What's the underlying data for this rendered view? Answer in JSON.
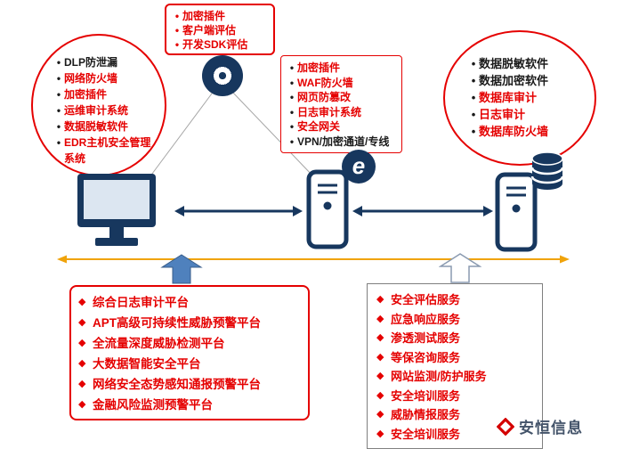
{
  "colors": {
    "red": "#e50000",
    "black": "#1a1a1a",
    "dark_blue": "#17375e",
    "accent_line": "#f0a30a",
    "arrow_blue": "#4f81bd"
  },
  "top_plugin_box": {
    "bullet": "•",
    "items": [
      {
        "text": "加密插件",
        "cls": "red"
      },
      {
        "text": "客户端评估",
        "cls": "red"
      },
      {
        "text": "开发SDK评估",
        "cls": "red"
      }
    ]
  },
  "terminal_group": {
    "bullet": "•",
    "items": [
      {
        "text": "DLP防泄漏",
        "cls": "black"
      },
      {
        "text": "网络防火墙",
        "cls": "red"
      },
      {
        "text": "加密插件",
        "cls": "red"
      },
      {
        "text": "运维审计系统",
        "cls": "red"
      },
      {
        "text": "数据脱敏软件",
        "cls": "red"
      },
      {
        "text": "EDR主机安全管理系统",
        "cls": "red"
      }
    ]
  },
  "gateway_box": {
    "bullet": "•",
    "items": [
      {
        "text": "加密插件",
        "cls": "red"
      },
      {
        "text": "WAF防火墙",
        "cls": "red"
      },
      {
        "text": "网页防篡改",
        "cls": "red"
      },
      {
        "text": "日志审计系统",
        "cls": "red"
      },
      {
        "text": "安全网关",
        "cls": "red"
      },
      {
        "text": "VPN/加密通道/专线",
        "cls": "black"
      }
    ]
  },
  "database_group": {
    "bullet": "•",
    "items": [
      {
        "text": "数据脱敏软件",
        "cls": "black"
      },
      {
        "text": "数据加密软件",
        "cls": "black"
      },
      {
        "text": "数据库审计",
        "cls": "red"
      },
      {
        "text": "日志审计",
        "cls": "red"
      },
      {
        "text": "数据库防火墙",
        "cls": "red"
      }
    ]
  },
  "platform_box": {
    "bullet": "◆",
    "items": [
      "综合日志审计平台",
      "APT高级可持续性威胁预警平台",
      "全流量深度威胁检测平台",
      "大数据智能安全平台",
      "网络安全态势感知通报预警平台",
      "金融风险监测预警平台"
    ]
  },
  "service_box": {
    "bullet": "◆",
    "items": [
      "安全评估服务",
      "应急响应服务",
      "渗透测试服务",
      "等保咨询服务",
      "网站监测/防护服务",
      "安全培训服务",
      "威胁情报服务",
      "安全培训服务"
    ]
  },
  "ie_badge": {
    "letter": "e"
  },
  "logo": {
    "text": "安恒信息"
  }
}
